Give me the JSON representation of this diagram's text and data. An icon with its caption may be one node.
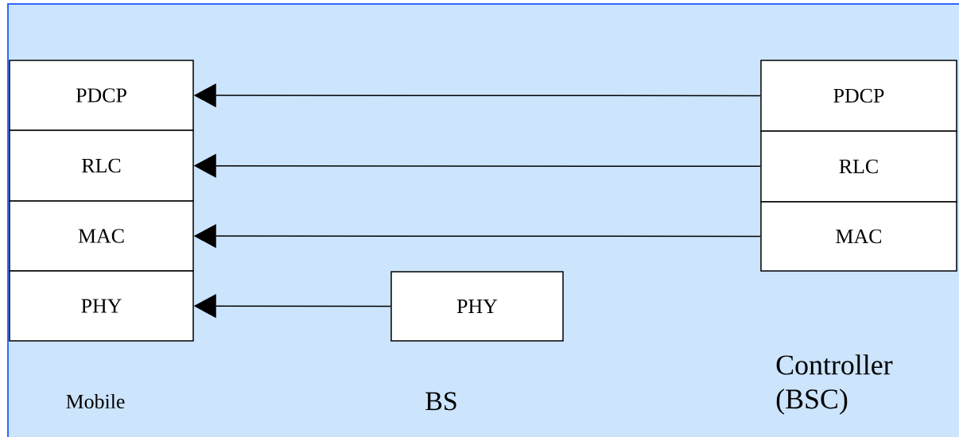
{
  "diagram": {
    "nodes": [
      {
        "text": [
          "PDCP"
        ]
      },
      {
        "text": [
          "RLC"
        ]
      },
      {
        "text": [
          "MAC"
        ]
      },
      {
        "text": [
          "PHY"
        ]
      },
      {
        "text": [
          "PHY"
        ]
      },
      {
        "text": [
          "PDCP"
        ]
      },
      {
        "text": [
          "RLC"
        ]
      },
      {
        "text": [
          "MAC"
        ]
      }
    ],
    "edges": [
      {
        "from": 5,
        "to": 0,
        "arrow": "to"
      },
      {
        "from": 6,
        "to": 1,
        "arrow": "to"
      },
      {
        "from": 7,
        "to": 2,
        "arrow": "to"
      },
      {
        "from": 4,
        "to": 3,
        "arrow": "to"
      }
    ],
    "labels": [
      "Mobile",
      "BS",
      "Controller (BSC)"
    ]
  }
}
